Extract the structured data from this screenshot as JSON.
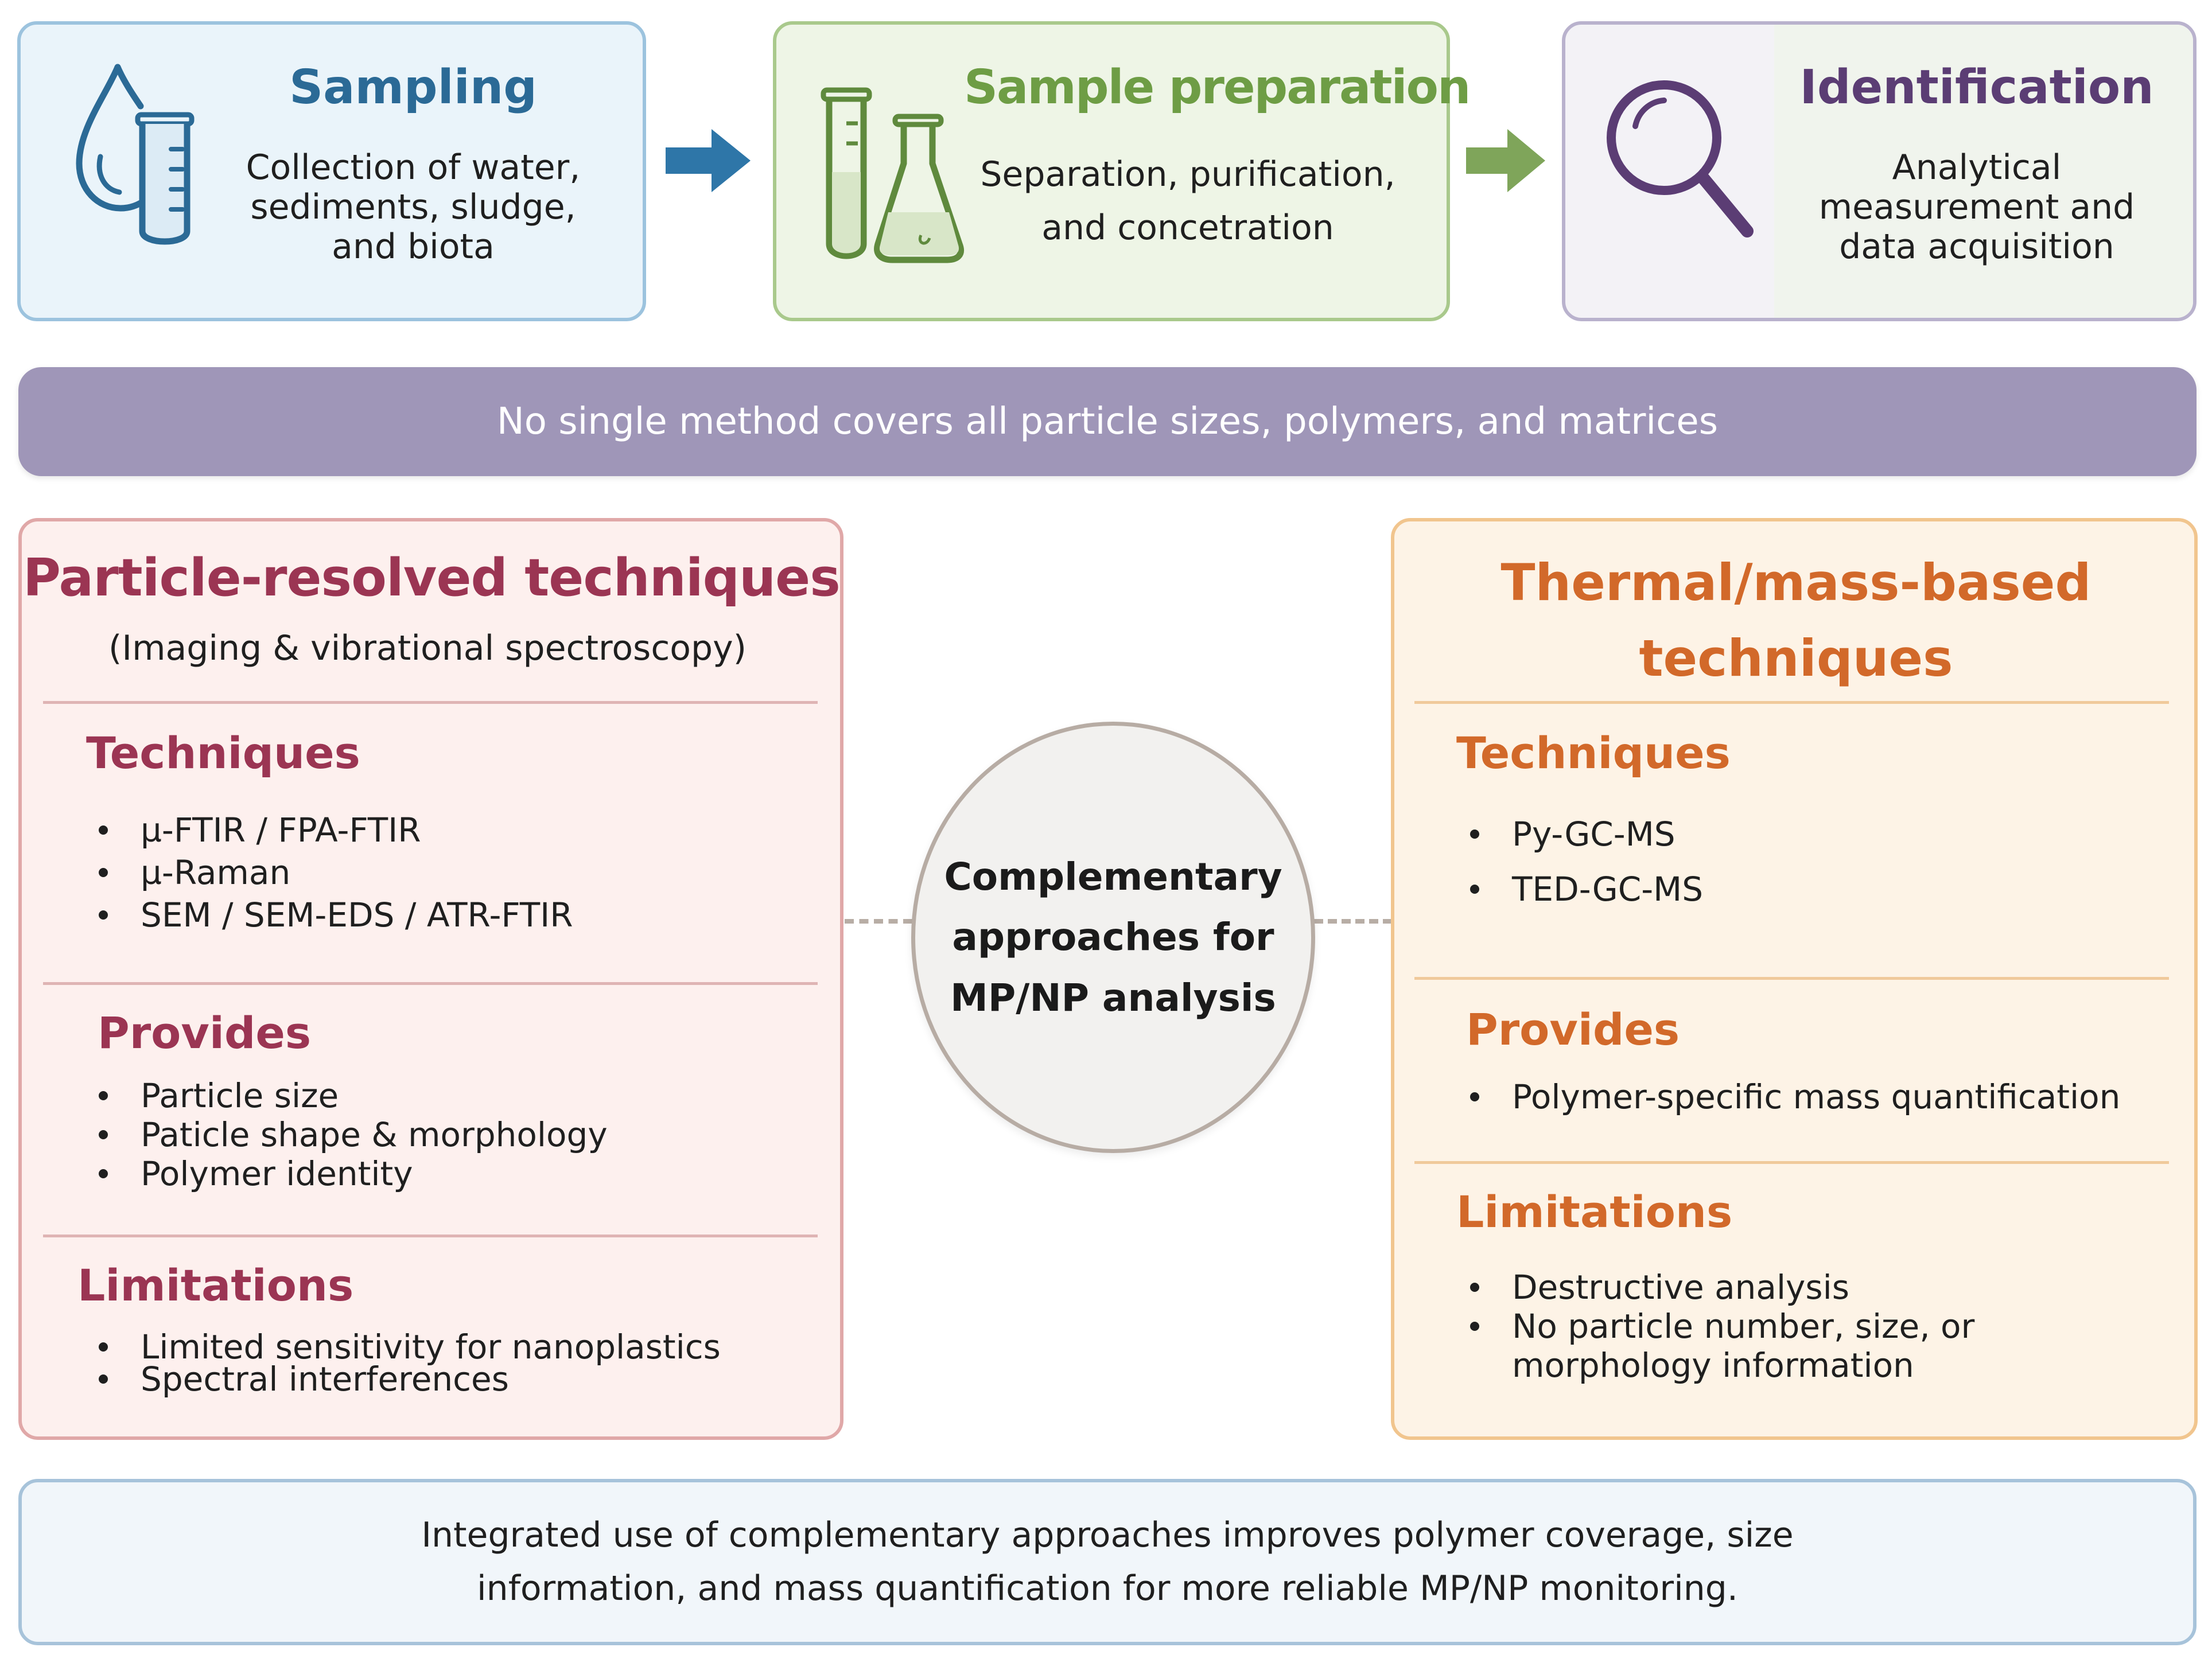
{
  "workflow": {
    "sampling": {
      "title": "Sampling",
      "description": "Collection of water, sediments, sludge, and biota",
      "title_color": "#2b6a96"
    },
    "preparation": {
      "title": "Sample preparation",
      "description": "Separation, purification, and concetration",
      "title_color": "#6e9d45"
    },
    "identification": {
      "title": "Identification",
      "description": "Analytical measurement and data acquisition",
      "title_color": "#5b3d74"
    },
    "icons": [
      "water-drop-test-tube-icon",
      "arrow-right-icon",
      "test-tube-flask-icon",
      "arrow-right-icon",
      "magnifying-glass-icon"
    ]
  },
  "banner": {
    "text": "No single method covers all particle sizes, polymers, and matrices",
    "color": "#9f96b8"
  },
  "center": {
    "line1": "Complementary",
    "line2": "approaches for",
    "line3": "MP/NP analysis"
  },
  "particle_panel": {
    "title": "Particle-resolved techniques",
    "subtitle": "(Imaging & vibrational spectroscopy)",
    "accent": "#9b3553",
    "techniques_heading": "Techniques",
    "techniques": [
      "µ-FTIR / FPA-FTIR",
      "µ-Raman",
      "SEM / SEM-EDS / ATR-FTIR"
    ],
    "provides_heading": "Provides",
    "provides": [
      "Particle size",
      "Paticle shape & morphology",
      "Polymer identity"
    ],
    "limitations_heading": "Limitations",
    "limitations": [
      "Limited sensitivity for nanoplastics",
      "Spectral interferences"
    ]
  },
  "thermal_panel": {
    "title_line1": "Thermal/mass-based",
    "title_line2": "techniques",
    "accent": "#d2692a",
    "techniques_heading": "Techniques",
    "techniques": [
      "Py-GC-MS",
      "TED-GC-MS"
    ],
    "provides_heading": "Provides",
    "provides": [
      "Polymer-specific mass quantification"
    ],
    "limitations_heading": "Limitations",
    "limitations": [
      "Destructive analysis",
      "No particle number, size, or",
      "morphology information"
    ]
  },
  "conclusion": {
    "line1": "Integrated use of complementary approaches improves polymer coverage, size",
    "line2": "information, and mass quantification for more reliable MP/NP monitoring."
  }
}
